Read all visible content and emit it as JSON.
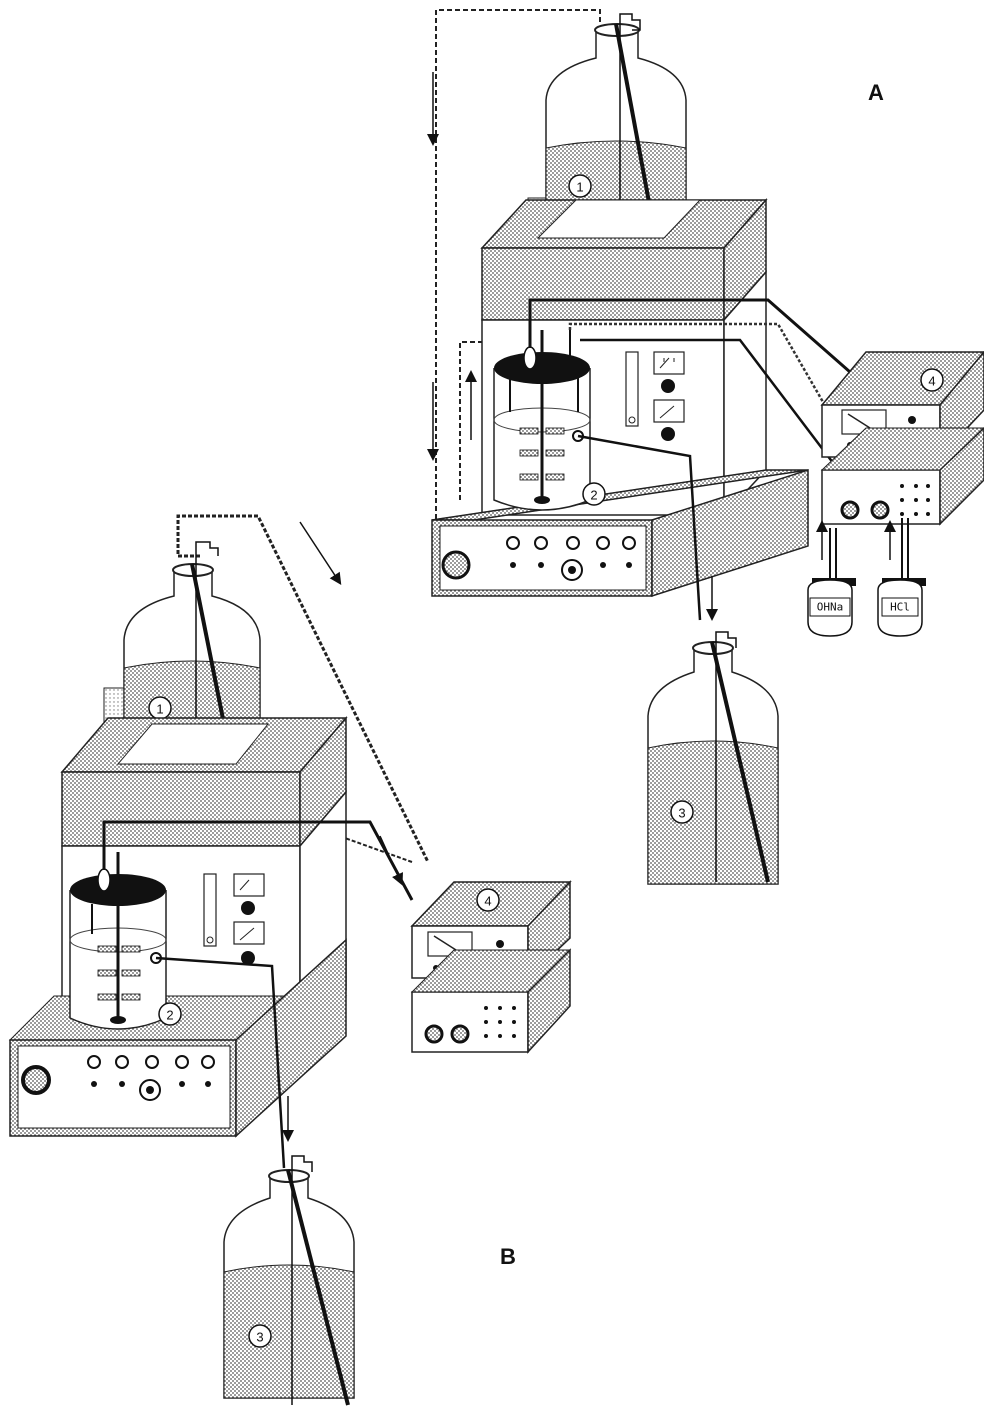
{
  "panels": {
    "a": {
      "label": "A",
      "callouts": {
        "c1": "1",
        "c2": "2",
        "c3": "3",
        "c4": "4"
      },
      "reagents": {
        "base": "OHNa",
        "acid": "HCl"
      }
    },
    "b": {
      "label": "B",
      "callouts": {
        "c1": "1",
        "c2": "2",
        "c3": "3",
        "c4": "4"
      }
    }
  }
}
